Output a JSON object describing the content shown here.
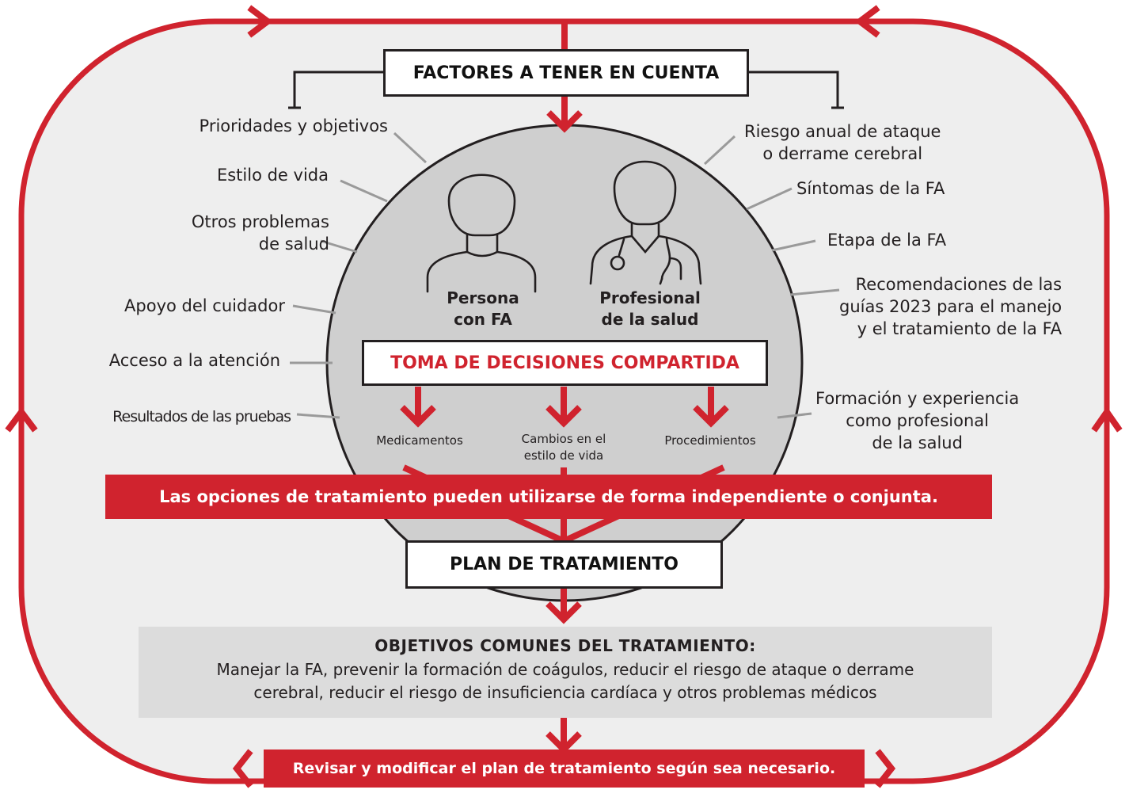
{
  "header_box": "FACTORES A TENER EN CUENTA",
  "left_factors": [
    "Prioridades y objetivos",
    "Estilo de vida",
    "Otros problemas\nde salud",
    "Apoyo del cuidador",
    "Acceso a la atención",
    "Resultados de las pruebas"
  ],
  "right_factors": [
    "Riesgo anual de ataque\no derrame cerebral",
    "Síntomas de la FA",
    "Etapa de la FA",
    "Recomendaciones de  las\nguías 2023 para el manejo\ny el tratamiento de la FA",
    "Formación y experiencia\ncomo profesional\nde la salud"
  ],
  "person_label": "Persona\ncon FA",
  "professional_label": "Profesional\nde la salud",
  "shared_decision": "TOMA DE DECISIONES COMPARTIDA",
  "options": [
    "Medicamentos",
    "Cambios en el\nestilo de vida",
    "Procedimientos"
  ],
  "options_banner": "Las opciones de tratamiento pueden utilizarse de forma independiente o conjunta.",
  "plan_box": "PLAN DE TRATAMIENTO",
  "goals_title": "OBJETIVOS COMUNES DEL TRATAMIENTO:",
  "goals_text": "Manejar la FA, prevenir la formación de coágulos, reducir el riesgo  de ataque o derrame\ncerebral, reducir el riesgo de insuficiencia  cardíaca y otros problemas médicos",
  "review_banner": "Revisar y modificar el plan de tratamiento según sea necesario.",
  "colors": {
    "red": "#d0232e",
    "panel": "#eeeeee",
    "circle": "#cfcfcf",
    "goals": "#dcdcdc",
    "ink": "#231f20"
  }
}
